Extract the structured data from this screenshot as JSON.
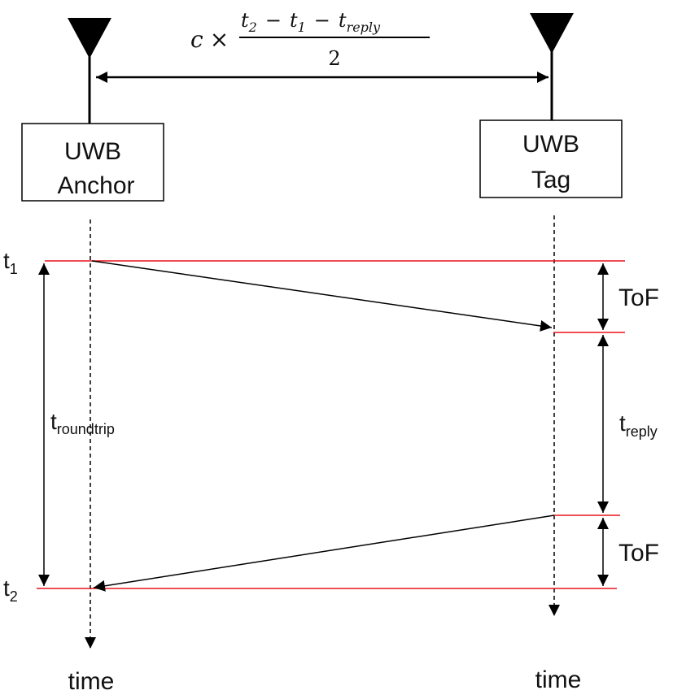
{
  "formula": {
    "prefix": "c",
    "times": "×",
    "numerator": {
      "t2": "t",
      "t2_sub": "2",
      "minus1": "−",
      "t1": "t",
      "t1_sub": "1",
      "minus2": "−",
      "treply": "t",
      "treply_sub": "reply"
    },
    "denominator": "2"
  },
  "nodes": {
    "anchor": {
      "line1": "UWB",
      "line2": "Anchor"
    },
    "tag": {
      "line1": "UWB",
      "line2": "Tag"
    }
  },
  "labels": {
    "t1": {
      "main": "t",
      "sub": "1"
    },
    "t2": {
      "main": "t",
      "sub": "2"
    },
    "t_roundtrip": {
      "main": "t",
      "sub": "roundtrip"
    },
    "t_reply": {
      "main": "t",
      "sub": "reply"
    },
    "tof_top": "ToF",
    "tof_bottom": "ToF",
    "time_anchor": "time",
    "time_tag": "time"
  },
  "colors": {
    "timing_line": "#e8141b",
    "stroke": "#000000",
    "text": "#111111"
  }
}
